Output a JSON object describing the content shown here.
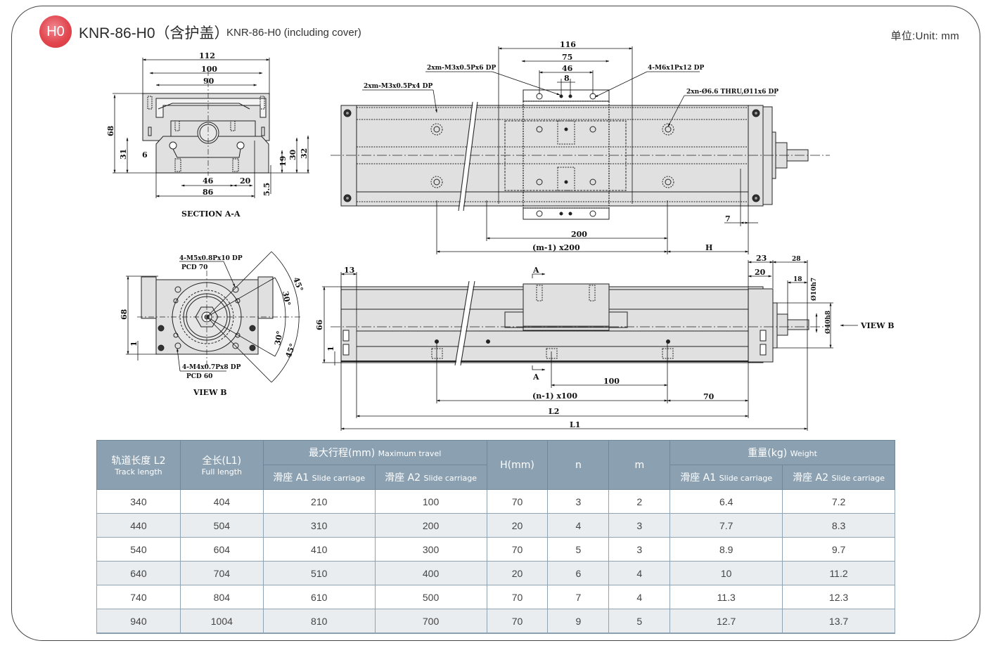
{
  "header": {
    "badge": "H0",
    "title_cn": "KNR-86-H0（含护盖）",
    "title_en": "KNR-86-H0 (including cover)",
    "unit": "单位:Unit: mm"
  },
  "colors": {
    "badge_red": "#e2474f",
    "table_header": "#8ba1b2",
    "table_alt_row": "#e9edf0",
    "drawing_fill": "#e0e0e0"
  },
  "drawings": {
    "section_aa": {
      "caption": "SECTION A-A",
      "dims": {
        "w112": "112",
        "w100": "100",
        "w90": "90",
        "h68": "68",
        "h31": "31",
        "d6": "6",
        "h19": "19",
        "h30": "30",
        "h32": "32",
        "w46": "46",
        "w20": "20",
        "w86": "86",
        "h5_5": "5.5"
      }
    },
    "top_view": {
      "notes": {
        "m3x6": "2xm-M3x0.5Px6 DP",
        "m3x4": "2xm-M3x0.5Px4 DP",
        "m6": "4-M6x1Px12 DP",
        "thru": "2xn-Ø6.6 THRU,Ø11x6 DP"
      },
      "dims": {
        "w116": "116",
        "w75": "75",
        "w46": "46",
        "w8": "8",
        "p200": "200",
        "m200": "(m-1) x200",
        "H": "H",
        "d7": "7"
      }
    },
    "view_b": {
      "caption": "VIEW B",
      "note_top": "4-M5x0.8Px10 DP",
      "note_top_pcd": "PCD 70",
      "note_bottom": "4-M4x0.7Px8 DP",
      "note_bottom_pcd": "PCD 60",
      "dims": {
        "h68": "68",
        "d1": "1",
        "a45a": "45°",
        "a30a": "30°",
        "a30b": "30°",
        "a45b": "45°"
      }
    },
    "side_view": {
      "section_mark": "A",
      "view_b_label": "VIEW B",
      "dims": {
        "d13": "13",
        "h66": "66",
        "d1": "1",
        "d23": "23",
        "d20": "20",
        "d28": "28",
        "d18": "18",
        "dia10": "Ø10h7",
        "dia40": "Ø40h8",
        "p100": "100",
        "n100": "(n-1) x100",
        "d70": "70",
        "L2": "L2",
        "L1": "L1"
      }
    }
  },
  "table": {
    "headers": {
      "track": {
        "cn": "轨道长度 L2",
        "en": "Track length"
      },
      "full": {
        "cn": "全长(L1)",
        "en": "Full length"
      },
      "travel": {
        "cn": "最大行程(mm)",
        "en": "Maximum travel"
      },
      "a1": {
        "cn": "滑座 A1",
        "en": "Slide carriage"
      },
      "a2": {
        "cn": "滑座 A2",
        "en": "Slide carriage"
      },
      "h": "H(mm)",
      "n": "n",
      "m": "m",
      "weight": {
        "cn": "重量(kg)",
        "en": "Weight"
      },
      "wa1": {
        "cn": "滑座 A1",
        "en": "Slide carriage"
      },
      "wa2": {
        "cn": "滑座 A2",
        "en": "Slide carriage"
      }
    },
    "rows": [
      [
        "340",
        "404",
        "210",
        "100",
        "70",
        "3",
        "2",
        "6.4",
        "7.2"
      ],
      [
        "440",
        "504",
        "310",
        "200",
        "20",
        "4",
        "3",
        "7.7",
        "8.3"
      ],
      [
        "540",
        "604",
        "410",
        "300",
        "70",
        "5",
        "3",
        "8.9",
        "9.7"
      ],
      [
        "640",
        "704",
        "510",
        "400",
        "20",
        "6",
        "4",
        "10",
        "11.2"
      ],
      [
        "740",
        "804",
        "610",
        "500",
        "70",
        "7",
        "4",
        "11.3",
        "12.3"
      ],
      [
        "940",
        "1004",
        "810",
        "700",
        "70",
        "9",
        "5",
        "12.7",
        "13.7"
      ]
    ]
  }
}
